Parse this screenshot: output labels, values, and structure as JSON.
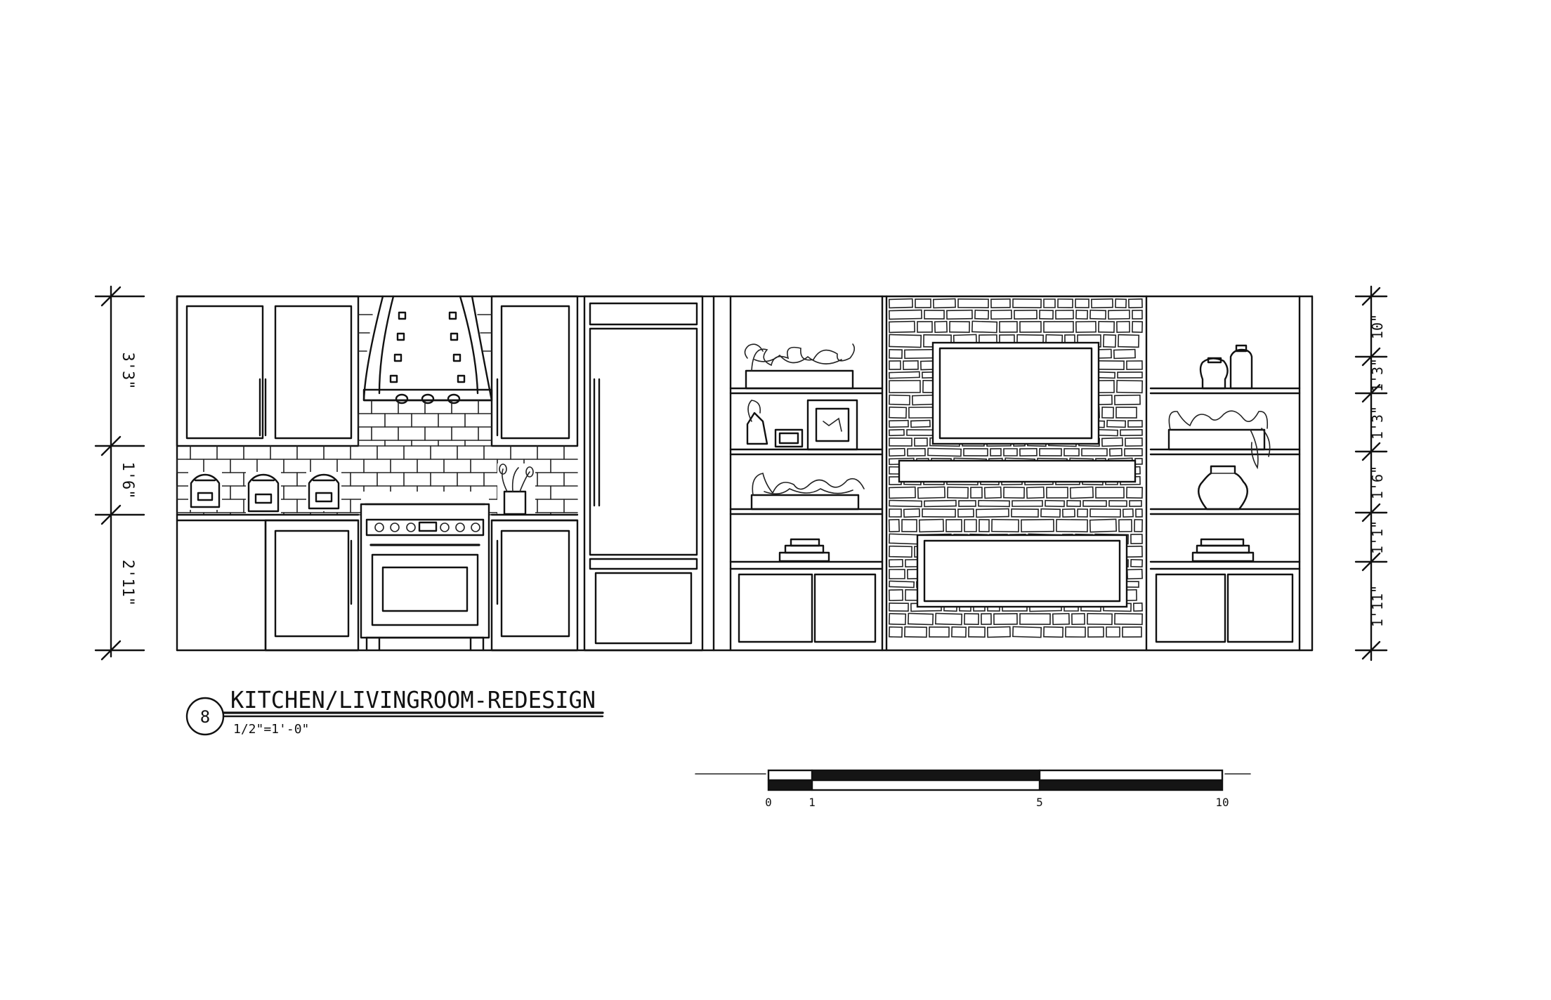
{
  "drawing": {
    "number": "8",
    "title": "KITCHEN/LIVINGROOM-REDESIGN",
    "scale": "1/2\"=1'-0\""
  },
  "left_dimensions": [
    "3'3\"",
    "1'6\"",
    "2'11\""
  ],
  "right_dimensions": [
    "10\"",
    "1'3\"",
    "1'3\"",
    "1'6\"",
    "1'1\"",
    "1'11\""
  ],
  "scale_bar": {
    "ticks": [
      "0",
      "1",
      "5",
      "10"
    ]
  }
}
